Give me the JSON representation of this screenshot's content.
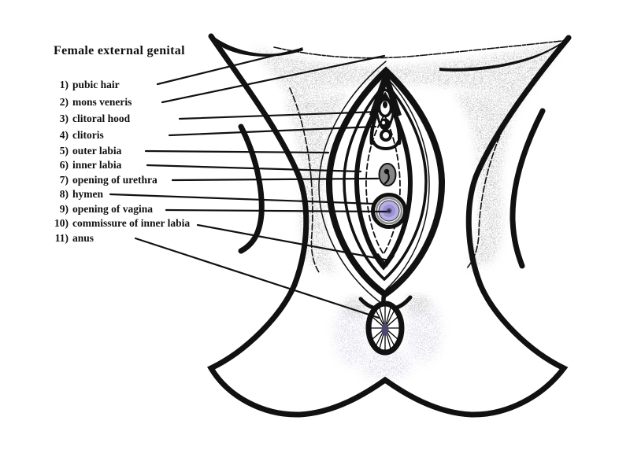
{
  "title": "Female external genital",
  "labels": [
    {
      "num": "1)",
      "text": "pubic hair"
    },
    {
      "num": "2)",
      "text": "mons veneris"
    },
    {
      "num": "3)",
      "text": "clitoral hood"
    },
    {
      "num": "4)",
      "text": "clitoris"
    },
    {
      "num": "5)",
      "text": "outer labia"
    },
    {
      "num": "6)",
      "text": "inner labia"
    },
    {
      "num": "7)",
      "text": "opening of urethra"
    },
    {
      "num": "8)",
      "text": "hymen"
    },
    {
      "num": "9)",
      "text": "opening of vagina"
    },
    {
      "num": "10)",
      "text": "commissure of inner labia"
    },
    {
      "num": "11)",
      "text": "anus"
    }
  ],
  "colors": {
    "background": "#ffffff",
    "line": "#111111",
    "stipple": "#949494",
    "anus_halo": "#b5b0cc",
    "vagina_fill": "#b6aee6",
    "vagina_mid": "#9b93d2",
    "vagina_center": "#55517f",
    "urethra_fill": "#868686"
  }
}
